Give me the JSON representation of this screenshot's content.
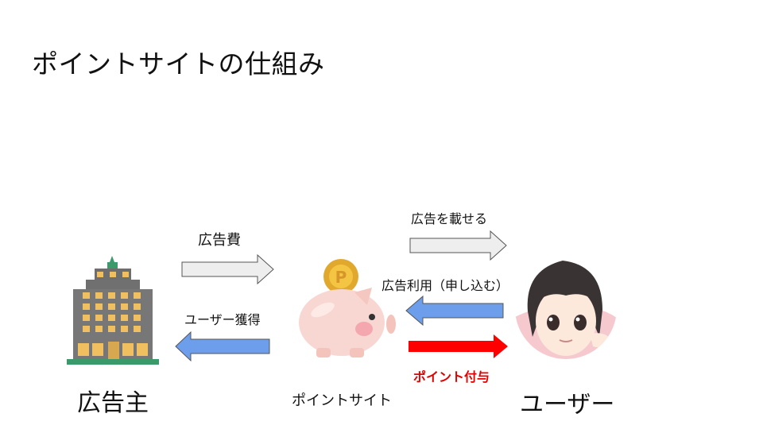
{
  "slide": {
    "title": "ポイントサイトの仕組み"
  },
  "entities": {
    "advertiser": "広告主",
    "point_site": "ポイントサイト",
    "user": "ユーザー"
  },
  "flows": {
    "ad_fee": "広告費",
    "user_acquisition": "ユーザー獲得",
    "post_ad": "広告を載せる",
    "ad_use": "広告利用（申し込む）",
    "point_grant": "ポイント付与"
  },
  "colors": {
    "gray_arrow": "#eeeeee",
    "blue_arrow": "#6d9eeb",
    "red_arrow": "#ff0000",
    "red_text": "#e30000"
  },
  "icons": {
    "advertiser": "office-building-icon",
    "point_site": "piggy-bank-coin-icon",
    "user": "girl-avatar-icon"
  }
}
